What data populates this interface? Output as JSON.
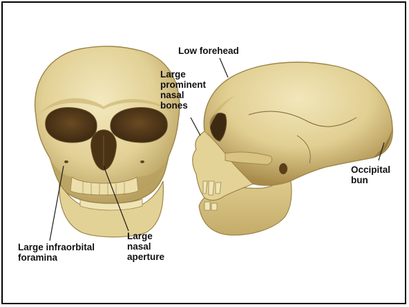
{
  "labels": {
    "low_forehead": "Low forehead",
    "nasal_bones": [
      "Large",
      "prominent",
      "nasal",
      "bones"
    ],
    "occipital_bun": [
      "Occipital",
      "bun"
    ],
    "infraorbital": [
      "Large infraorbital",
      "foramina"
    ],
    "nasal_aperture": [
      "Large",
      "nasal",
      "aperture"
    ]
  },
  "colors": {
    "bone_light": "#ece0ad",
    "bone_mid": "#dcc98a",
    "bone_dark": "#b39a58",
    "shadow": "#5e4320",
    "cavity": "#3d2a12",
    "label_text": "#111111",
    "frame": "#000000"
  }
}
